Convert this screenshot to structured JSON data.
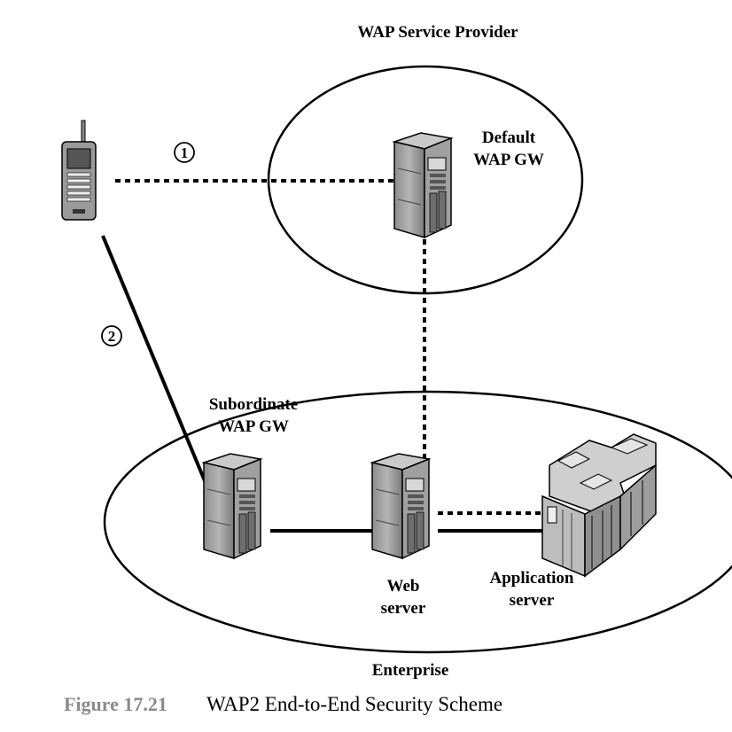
{
  "title": "WAP Service Provider",
  "nodes": {
    "default_gw": [
      "Default",
      "WAP GW"
    ],
    "subordinate_gw": [
      "Subordinate",
      "WAP GW"
    ],
    "web_server": [
      "Web",
      "server"
    ],
    "app_server": [
      "Application",
      "server"
    ]
  },
  "regions": {
    "enterprise": "Enterprise"
  },
  "links": {
    "one": "1",
    "two": "2"
  },
  "caption": {
    "number": "Figure 17.21",
    "text": "WAP2 End-to-End Security Scheme"
  }
}
